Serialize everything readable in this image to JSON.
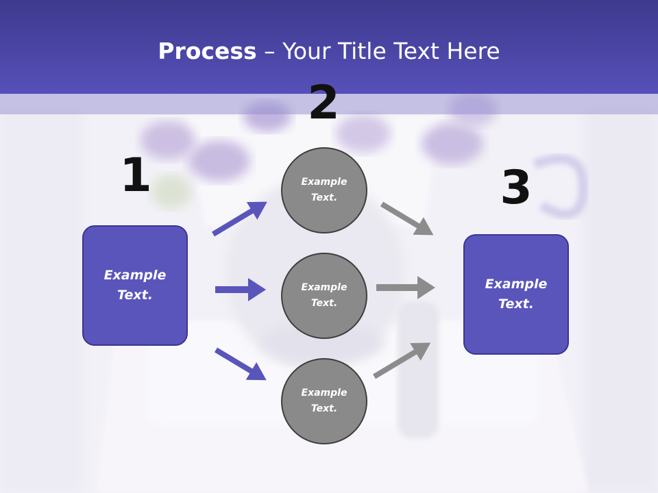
{
  "slide": {
    "title_bold": "Process",
    "title_rest": " – Your Title Text Here",
    "step_numbers": [
      "1",
      "2",
      "3"
    ],
    "left_box_text": "Example Text.",
    "right_box_text": "Example Text.",
    "circles": [
      "Example Text.",
      "Example Text.",
      "Example Text."
    ]
  },
  "colors": {
    "header": "#4b46a8",
    "box_fill": "#5a55bb",
    "box_border": "#3a3590",
    "circle_fill": "#8a8a8a",
    "circle_border": "#3e3e3e",
    "arrow_blue": "#5a55bb",
    "arrow_gray": "#8c8c8c"
  },
  "icons": {
    "in_arrows": "arrow-right-icon",
    "out_arrows": "arrow-right-icon"
  }
}
